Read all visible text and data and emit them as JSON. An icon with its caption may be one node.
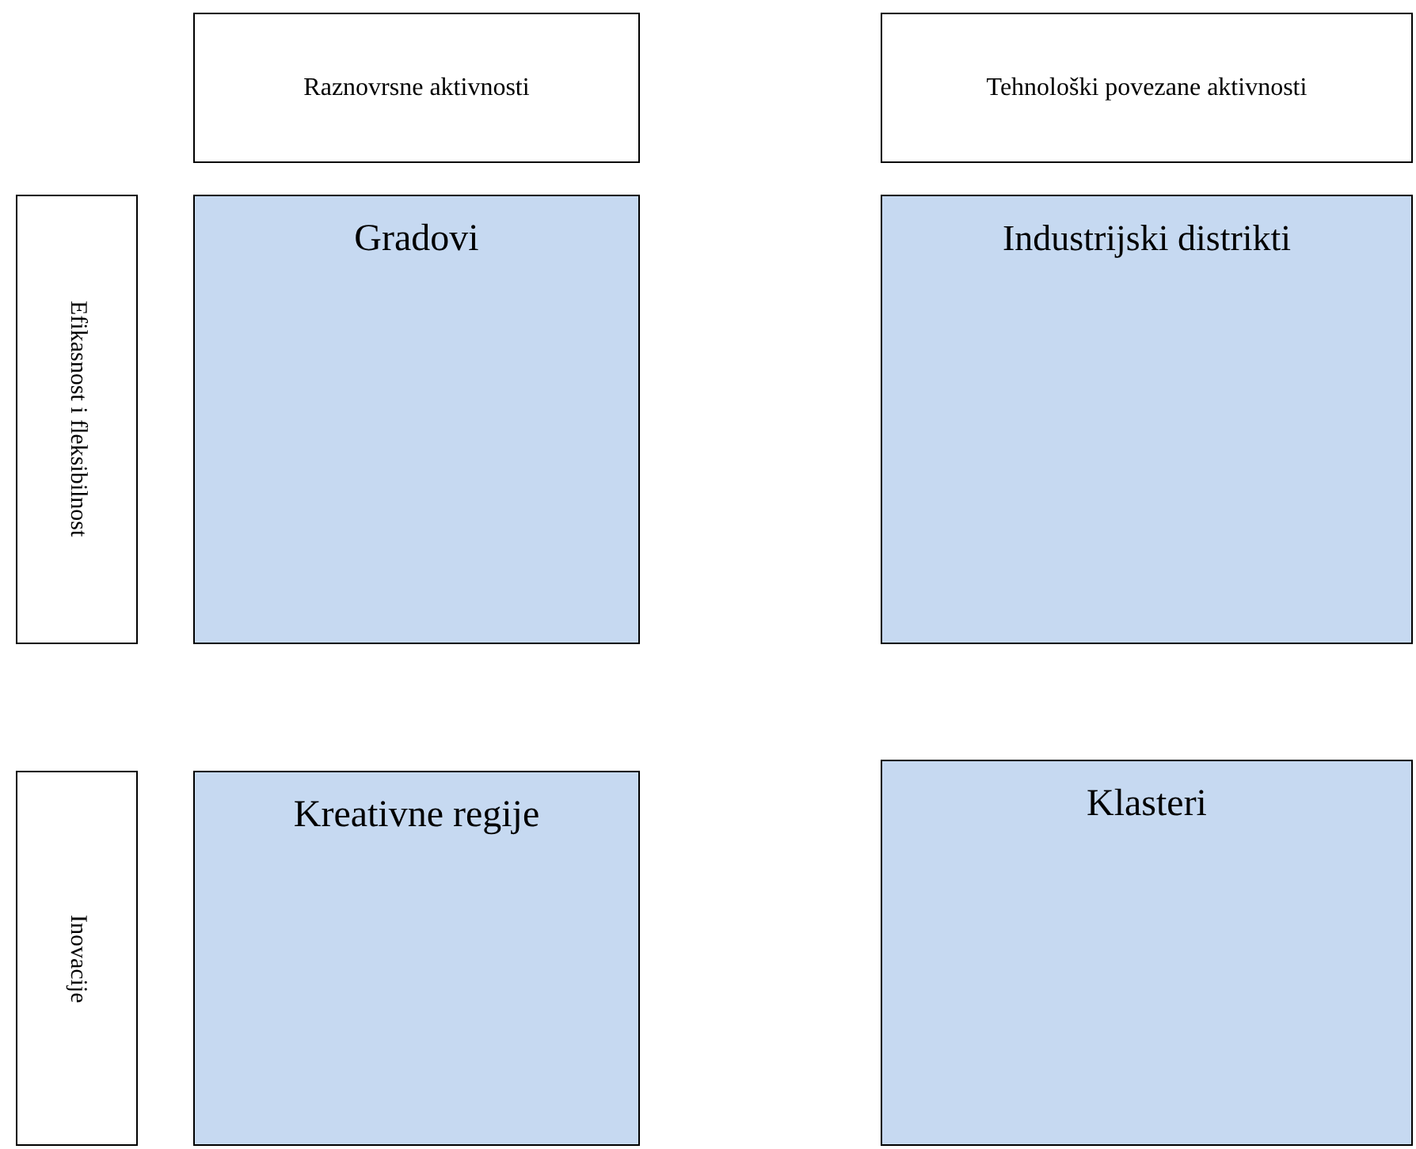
{
  "diagram": {
    "nodes": [
      {
        "text": [
          "Raznovrsne aktivnosti"
        ]
      },
      {
        "text": [
          "Tehnološki povezane aktivnosti"
        ]
      },
      {
        "text": [
          "Efikasnost i fleksibilnost"
        ]
      },
      {
        "text": [
          "Gradovi"
        ]
      },
      {
        "text": [
          "Industrijski distrikti"
        ]
      },
      {
        "text": [
          "Inovacije"
        ]
      },
      {
        "text": [
          "Kreativne regije"
        ]
      },
      {
        "text": [
          "Klasteri"
        ]
      }
    ]
  }
}
